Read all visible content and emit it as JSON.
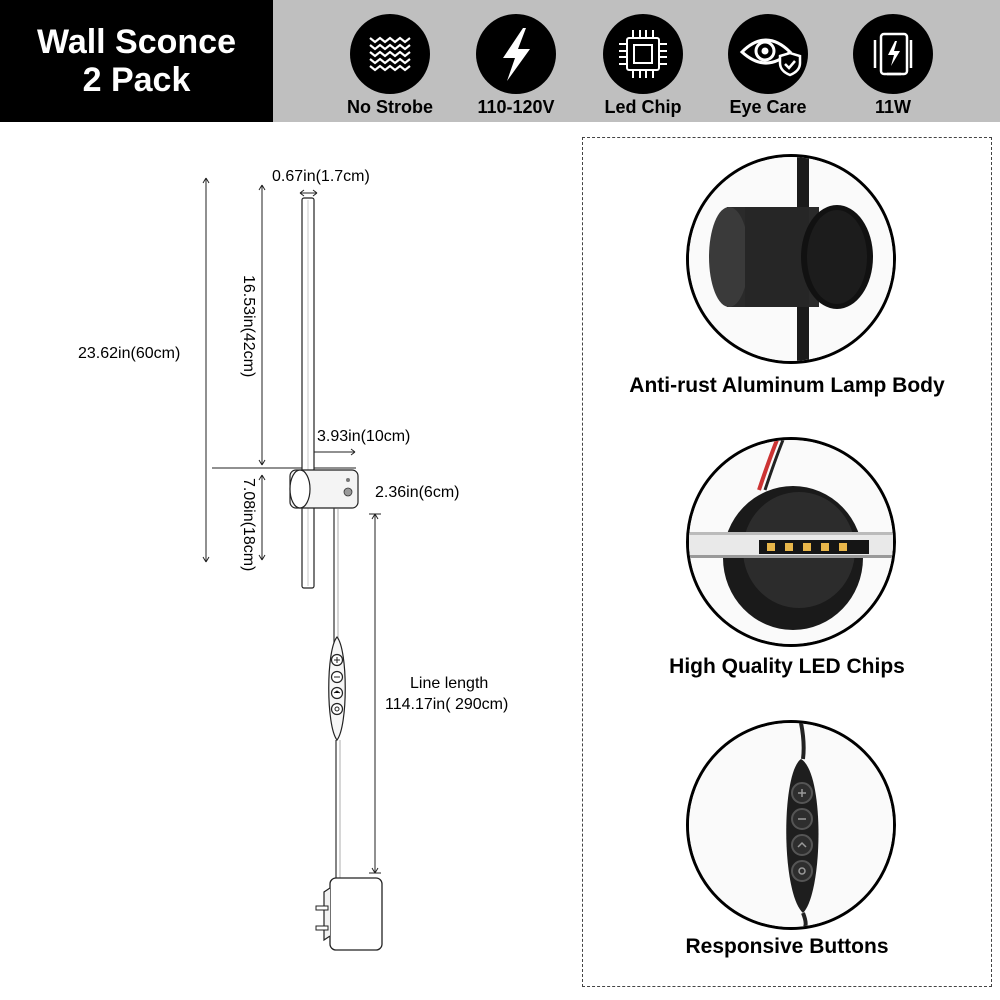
{
  "header": {
    "title_line1": "Wall Sconce",
    "title_line2": "2 Pack",
    "features": [
      {
        "icon": "wave-pattern-icon",
        "label": "No Strobe"
      },
      {
        "icon": "lightning-icon",
        "label": "110-120V"
      },
      {
        "icon": "chip-icon",
        "label": "Led Chip"
      },
      {
        "icon": "eye-shield-icon",
        "label": "Eye Care"
      },
      {
        "icon": "battery-icon",
        "label": "11W"
      }
    ]
  },
  "diagram": {
    "bar_width": "0.67in(1.7cm)",
    "total_height": "23.62in(60cm)",
    "upper_height": "16.53in(42cm)",
    "body_length": "3.93in(10cm)",
    "body_height": "2.36in(6cm)",
    "lower_height": "7.08in(18cm)",
    "line_length_title": "Line length",
    "line_length_value": "114.17in( 290cm)"
  },
  "features_panel": [
    {
      "caption": "Anti-rust Aluminum Lamp Body"
    },
    {
      "caption": "High Quality LED Chips"
    },
    {
      "caption": "Responsive Buttons"
    }
  ],
  "colors": {
    "header_bg": "#bfbfbf",
    "title_bg": "#000000",
    "icon_bg": "#000000",
    "led": "#e8b64a"
  }
}
